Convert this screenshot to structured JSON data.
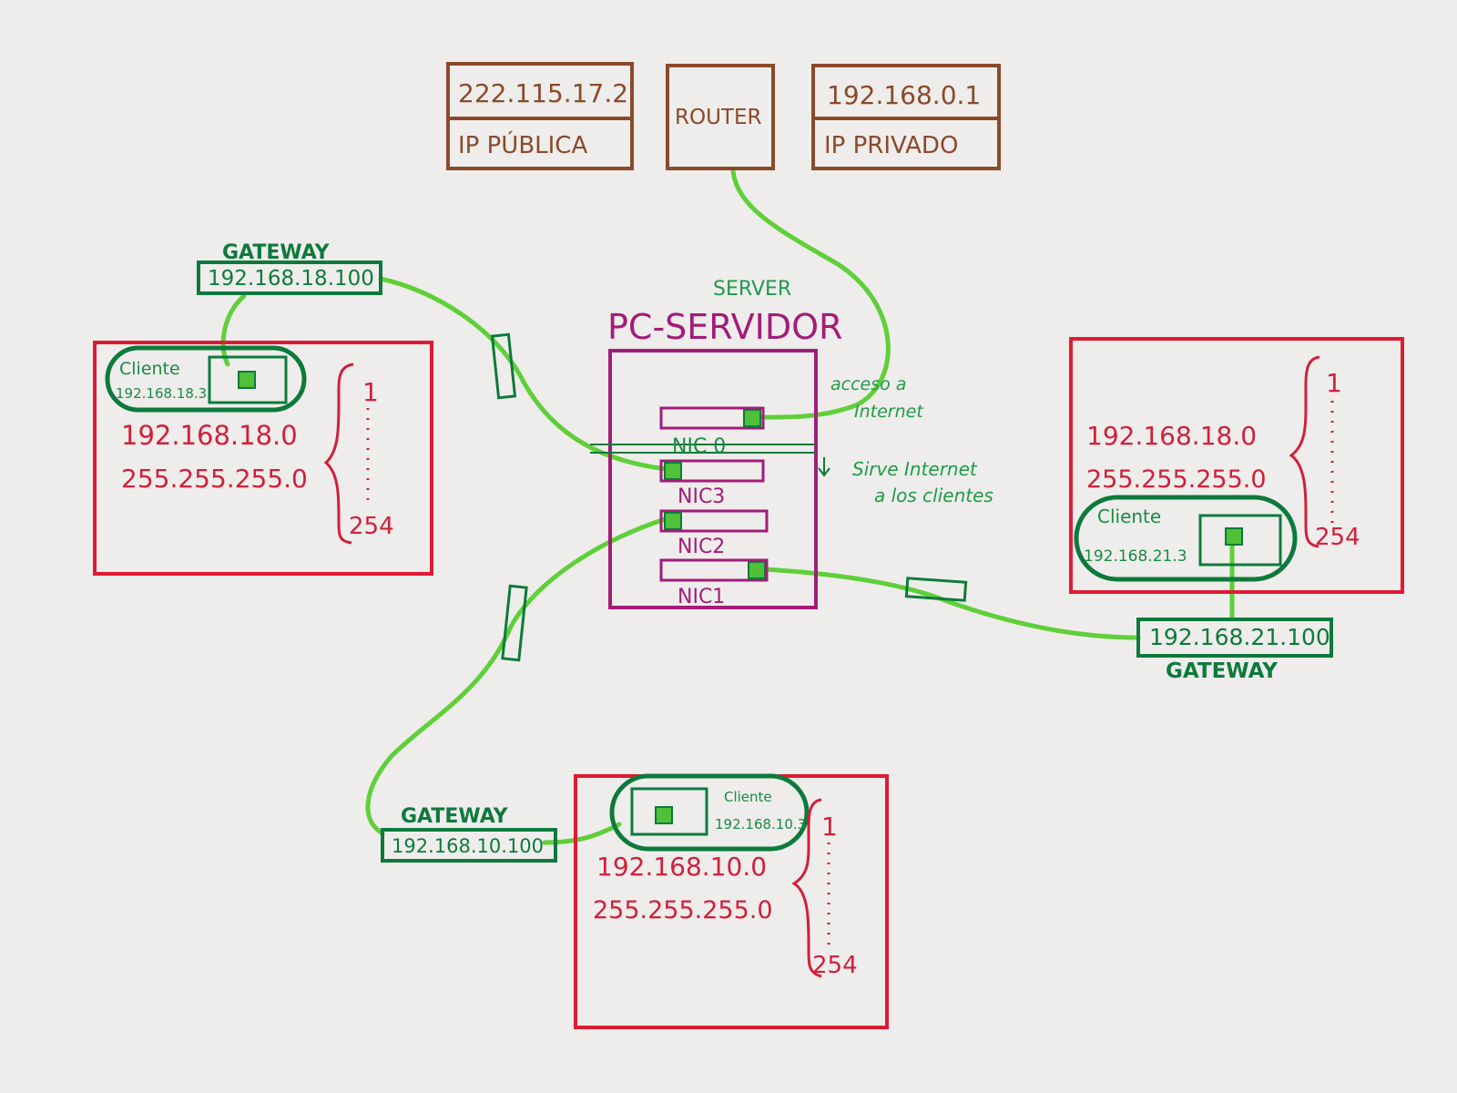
{
  "colors": {
    "paper": "#eeedeb",
    "router_box": "#8a4a2a",
    "subnet_box": "#e01a32",
    "subnet_text": "#d11f3a",
    "client_green": "#0d7a3c",
    "cable": "#5fcf3a",
    "server": "#a31c78"
  },
  "top": {
    "public_ip": "222.115.17.2",
    "public_label": "IP PÚBLICA",
    "router_label": "ROUTER",
    "private_ip": "192.168.0.1",
    "private_label": "IP PRIVADO"
  },
  "server": {
    "small_label": "SERVER",
    "title": "PC-SERVIDOR",
    "nic0": "NIC 0",
    "nic3": "NIC3",
    "nic2": "NIC2",
    "nic1": "NIC1",
    "note_internet_1": "acceso a",
    "note_internet_2": "Internet",
    "note_clients_1": "Sirve Internet",
    "note_clients_2": "a los clientes"
  },
  "left": {
    "gateway_label": "GATEWAY",
    "gateway_ip": "192.168.18.100",
    "client_label": "Cliente",
    "client_ip": "192.168.18.3",
    "network": "192.168.18.0",
    "mask": "255.255.255.0",
    "range_start": "1",
    "range_end": "254"
  },
  "right": {
    "gateway_label": "GATEWAY",
    "gateway_ip": "192.168.21.100",
    "client_label": "Cliente",
    "client_ip": "192.168.21.3",
    "network": "192.168.18.0",
    "mask": "255.255.255.0",
    "range_start": "1",
    "range_end": "254"
  },
  "bottom": {
    "gateway_label": "GATEWAY",
    "gateway_ip": "192.168.10.100",
    "client_label": "Cliente",
    "client_ip": "192.168.10.3",
    "network": "192.168.10.0",
    "mask": "255.255.255.0",
    "range_start": "1",
    "range_end": "254"
  }
}
